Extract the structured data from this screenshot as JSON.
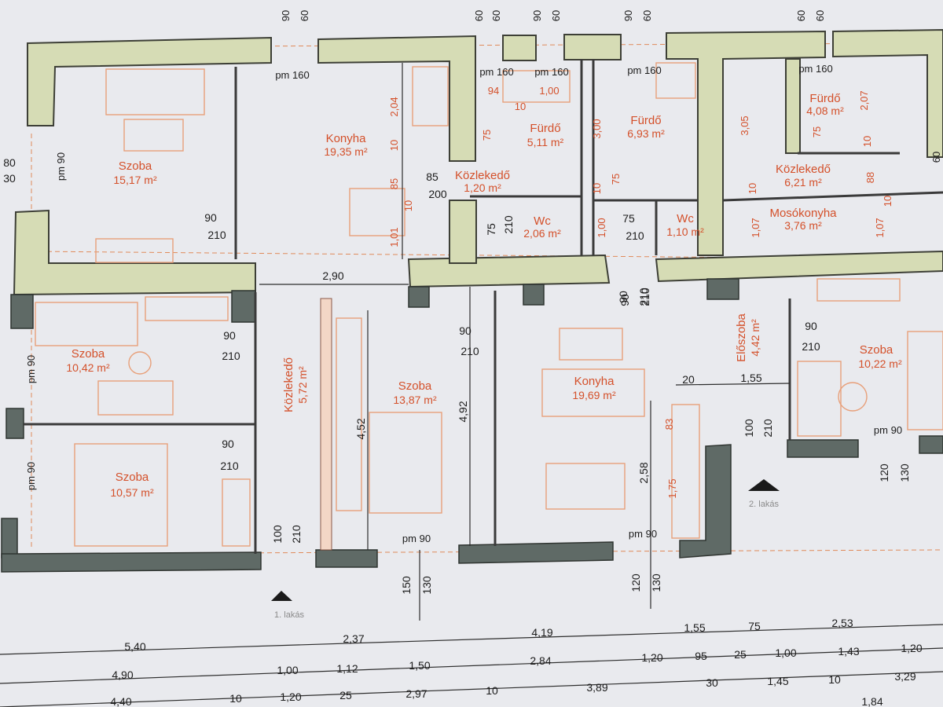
{
  "rooms": [
    {
      "name": "Szoba",
      "area": "15,17 m²"
    },
    {
      "name": "Konyha",
      "area": "19,35 m²"
    },
    {
      "name": "Közlekedő",
      "area": "1,20 m²"
    },
    {
      "name": "Fürdő",
      "area": "5,11 m²"
    },
    {
      "name": "Wc",
      "area": "2,06 m²"
    },
    {
      "name": "Fürdő",
      "area": "6,93 m²"
    },
    {
      "name": "Wc",
      "area": "1,10 m²"
    },
    {
      "name": "Fürdő",
      "area": "4,08 m²"
    },
    {
      "name": "Közlekedő",
      "area": "6,21 m²"
    },
    {
      "name": "Mosókonyha",
      "area": "3,76 m²"
    },
    {
      "name": "Szoba",
      "area": "10,42 m²"
    },
    {
      "name": "Szoba",
      "area": "10,57 m²"
    },
    {
      "name": "Közlekedő",
      "area": "5,72 m²"
    },
    {
      "name": "Szoba",
      "area": "13,87 m²"
    },
    {
      "name": "Konyha",
      "area": "19,69 m²"
    },
    {
      "name": "Előszoba",
      "area": "4,42 m²"
    },
    {
      "name": "Szoba",
      "area": "10,22 m²"
    }
  ],
  "entries": [
    "1. lakás",
    "2. lakás"
  ],
  "parapets": [
    "pm 160",
    "pm 160",
    "pm 160",
    "pm 160",
    "pm 160",
    "pm 90",
    "pm 90",
    "pm 90",
    "pm 90",
    "pm 90",
    "pm 90"
  ],
  "top_marks": [
    "90",
    "60",
    "60",
    "60",
    "90",
    "60",
    "90",
    "60",
    "60",
    "60",
    "60"
  ],
  "door_labels": [
    [
      "90",
      "210"
    ],
    [
      "90",
      "210"
    ],
    [
      "90",
      "210"
    ],
    [
      "90",
      "210"
    ],
    [
      "90",
      "210"
    ],
    [
      "85",
      "200"
    ],
    [
      "100",
      "210"
    ],
    [
      "100",
      "210"
    ],
    [
      "75",
      "210"
    ],
    [
      "75",
      "210"
    ],
    [
      "90",
      "210"
    ]
  ],
  "inner_dims": [
    "2,04",
    "1,01",
    "10",
    "85",
    "10",
    "2,90",
    "4,52",
    "4,92",
    "2,58",
    "1,75",
    "83",
    "20",
    "1,55",
    "94",
    "10",
    "1,00",
    "75",
    "75",
    "3,00",
    "10",
    "1,00",
    "3,05",
    "10",
    "1,07",
    "1,07",
    "75",
    "2,07",
    "10",
    "88",
    "10"
  ],
  "window_marks": [
    "80",
    "30",
    "150",
    "130",
    "120",
    "130",
    "120",
    "130",
    "90",
    "210"
  ],
  "bottom_rows": [
    [
      "5,40",
      "2,37",
      "4,19",
      "1,55",
      "75",
      "2,53"
    ],
    [
      "4,90",
      "1,00",
      "1,12",
      "1,50",
      "2,84",
      "1,20",
      "95",
      "25",
      "1,00",
      "1,43",
      "1,20"
    ],
    [
      "4,40",
      "10",
      "1,20",
      "25",
      "2,97",
      "10",
      "3,89",
      "30",
      "1,45",
      "10",
      "3,29",
      "1,84"
    ]
  ]
}
